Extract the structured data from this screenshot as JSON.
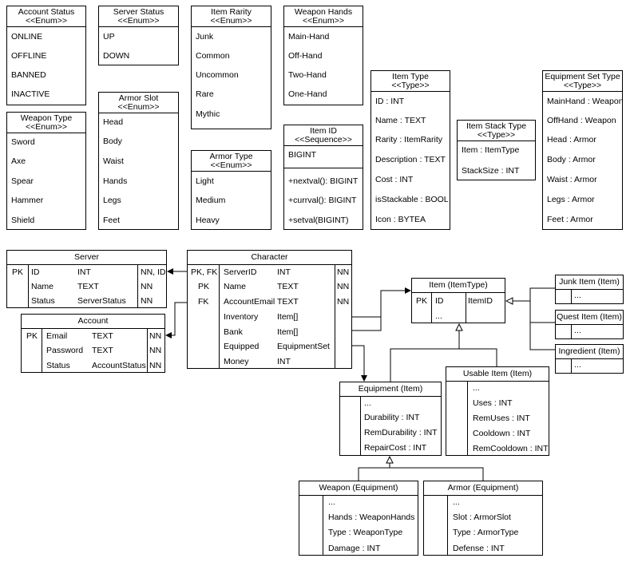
{
  "enums": {
    "account_status": {
      "title": "Account Status",
      "stereotype": "<<Enum>>",
      "literals": [
        "ONLINE",
        "OFFLINE",
        "BANNED",
        "INACTIVE"
      ]
    },
    "server_status": {
      "title": "Server Status",
      "stereotype": "<<Enum>>",
      "literals": [
        "UP",
        "DOWN"
      ]
    },
    "item_rarity": {
      "title": "Item Rarity",
      "stereotype": "<<Enum>>",
      "literals": [
        "Junk",
        "Common",
        "Uncommon",
        "Rare",
        "Mythic"
      ]
    },
    "weapon_hands": {
      "title": "Weapon Hands",
      "stereotype": "<<Enum>>",
      "literals": [
        "Main-Hand",
        "Off-Hand",
        "Two-Hand",
        "One-Hand"
      ]
    },
    "weapon_type": {
      "title": "Weapon Type",
      "stereotype": "<<Enum>>",
      "literals": [
        "Sword",
        "Axe",
        "Spear",
        "Hammer",
        "Shield"
      ]
    },
    "armor_slot": {
      "title": "Armor Slot",
      "stereotype": "<<Enum>>",
      "literals": [
        "Head",
        "Body",
        "Waist",
        "Hands",
        "Legs",
        "Feet"
      ]
    },
    "armor_type": {
      "title": "Armor Type",
      "stereotype": "<<Enum>>",
      "literals": [
        "Light",
        "Medium",
        "Heavy"
      ]
    }
  },
  "sequence": {
    "title": "Item ID",
    "stereotype": "<<Sequence>>",
    "type": "BIGINT",
    "methods": [
      "+nextval(): BIGINT",
      "+currval(): BIGINT",
      "+setval(BIGINT)"
    ]
  },
  "types": {
    "item_type": {
      "title": "Item Type",
      "stereotype": "<<Type>>",
      "fields": [
        "ID : INT",
        "Name : TEXT",
        "Rarity : ItemRarity",
        "Description : TEXT",
        "Cost : INT",
        "isStackable : BOOL",
        "Icon : BYTEA"
      ]
    },
    "item_stack_type": {
      "title": "Item Stack Type",
      "stereotype": "<<Type>>",
      "fields": [
        "Item : ItemType",
        "StackSize : INT"
      ]
    },
    "equipment_set_type": {
      "title": "Equipment Set Type",
      "stereotype": "<<Type>>",
      "fields": [
        "MainHand : Weapon",
        "OffHand : Weapon",
        "Head : Armor",
        "Body : Armor",
        "Waist : Armor",
        "Legs : Armor",
        "Feet : Armor"
      ]
    }
  },
  "tables": {
    "server": {
      "title": "Server",
      "rows": [
        {
          "key": "PK",
          "name": "ID",
          "type": "INT",
          "constraint": "NN, ID"
        },
        {
          "key": "",
          "name": "Name",
          "type": "TEXT",
          "constraint": "NN"
        },
        {
          "key": "",
          "name": "Status",
          "type": "ServerStatus",
          "constraint": "NN"
        }
      ]
    },
    "account": {
      "title": "Account",
      "rows": [
        {
          "key": "PK",
          "name": "Email",
          "type": "TEXT",
          "constraint": "NN"
        },
        {
          "key": "",
          "name": "Password",
          "type": "TEXT",
          "constraint": "NN"
        },
        {
          "key": "",
          "name": "Status",
          "type": "AccountStatus",
          "constraint": "NN"
        }
      ]
    },
    "character": {
      "title": "Character",
      "rows": [
        {
          "key": "PK, FK",
          "name": "ServerID",
          "type": "INT",
          "constraint": "NN"
        },
        {
          "key": "PK",
          "name": "Name",
          "type": "TEXT",
          "constraint": "NN"
        },
        {
          "key": "FK",
          "name": "AccountEmail",
          "type": "TEXT",
          "constraint": "NN"
        },
        {
          "key": "",
          "name": "Inventory",
          "type": "Item[]",
          "constraint": ""
        },
        {
          "key": "",
          "name": "Bank",
          "type": "Item[]",
          "constraint": ""
        },
        {
          "key": "",
          "name": "Equipped",
          "type": "EquipmentSet",
          "constraint": ""
        },
        {
          "key": "",
          "name": "Money",
          "type": "INT",
          "constraint": ""
        }
      ]
    },
    "item": {
      "title": "Item (ItemType)",
      "key": "PK",
      "name": "ID",
      "type": "ItemID",
      "ellipsis": "..."
    }
  },
  "subtypes": {
    "junk": {
      "title": "Junk Item (Item)",
      "ellipsis": "..."
    },
    "quest": {
      "title": "Quest Item (Item)",
      "ellipsis": "..."
    },
    "ingredient": {
      "title": "Ingredient (Item)",
      "ellipsis": "..."
    },
    "equipment": {
      "title": "Equipment (Item)",
      "fields": [
        "...",
        "Durability : INT",
        "RemDurability : INT",
        "RepairCost : INT"
      ]
    },
    "usable": {
      "title": "Usable Item (Item)",
      "fields": [
        "...",
        "Uses : INT",
        "RemUses : INT",
        "Cooldown : INT",
        "RemCooldown : INT"
      ]
    },
    "weapon": {
      "title": "Weapon (Equipment)",
      "fields": [
        "...",
        "Hands : WeaponHands",
        "Type : WeaponType",
        "Damage : INT"
      ]
    },
    "armor": {
      "title": "Armor (Equipment)",
      "fields": [
        "...",
        "Slot : ArmorSlot",
        "Type : ArmorType",
        "Defense : INT"
      ]
    }
  }
}
